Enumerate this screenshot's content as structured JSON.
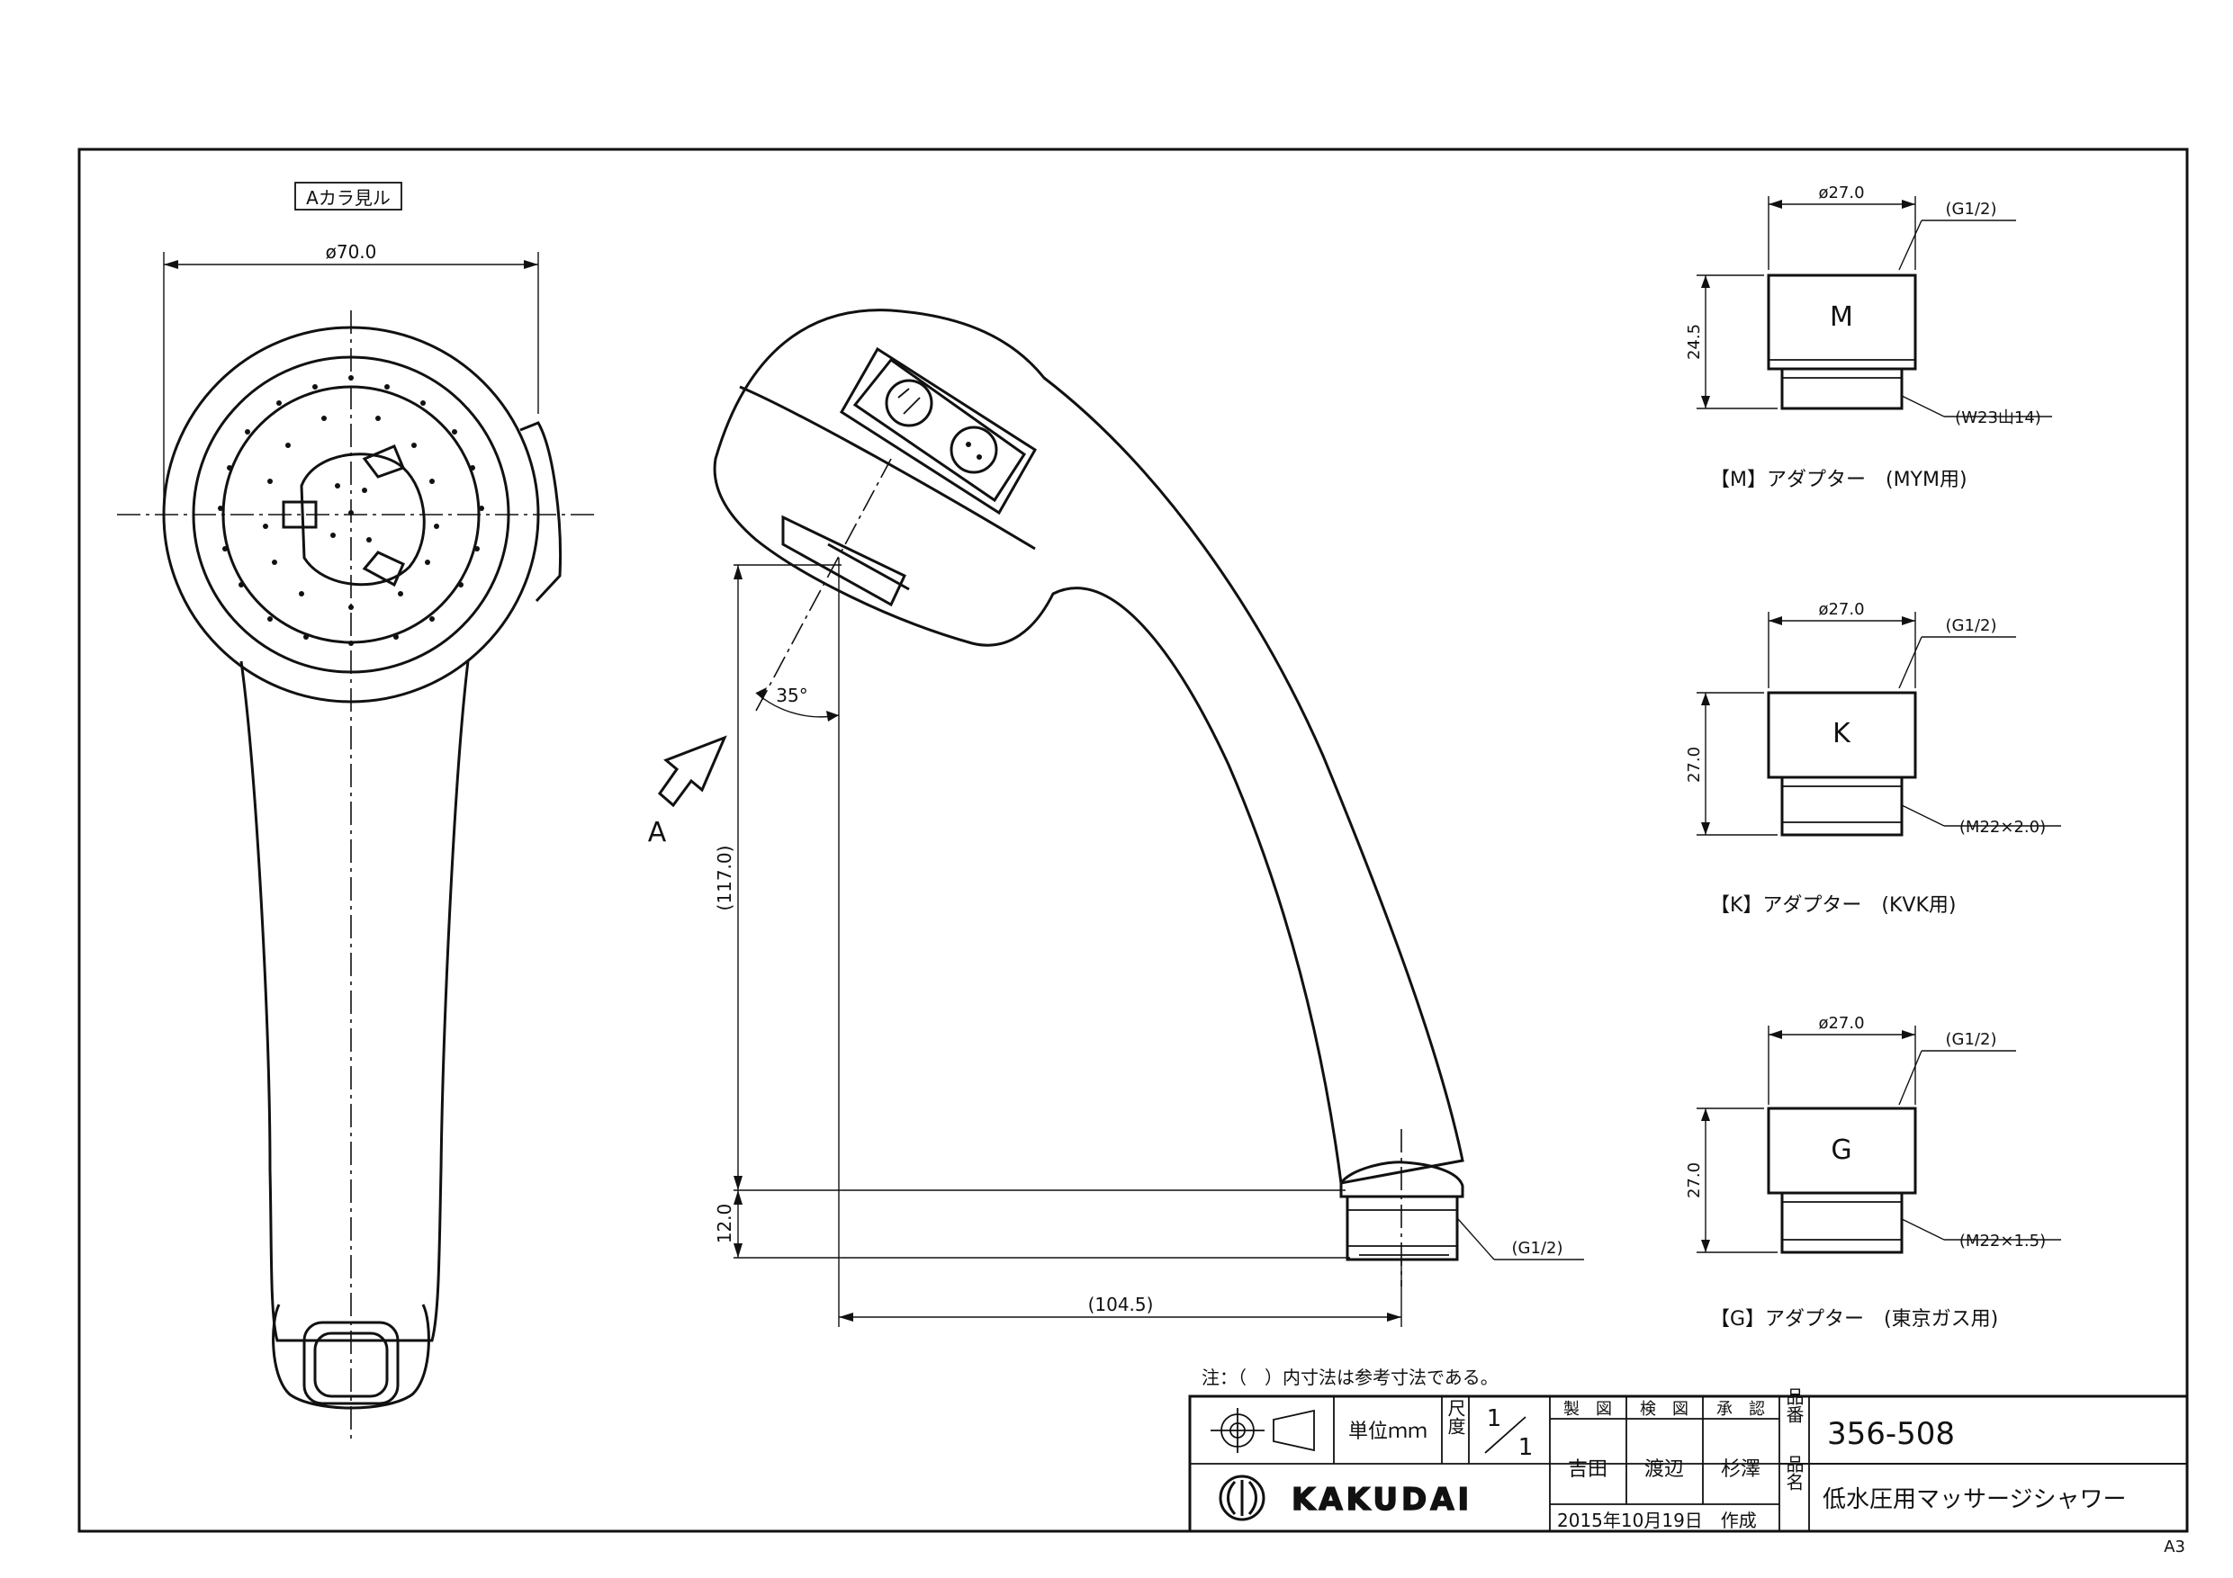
{
  "front_view": {
    "view_label": "Aカラ見ル",
    "dim_diameter": "ø70.0"
  },
  "side_view": {
    "view_arrow_label": "A",
    "angle": "35°",
    "dim_height_total": "(117.0)",
    "dim_height_base": "12.0",
    "dim_width": "(104.5)",
    "thread_note": "(G1/2)"
  },
  "adapters": [
    {
      "letter": "M",
      "dia": "ø27.0",
      "top_thread": "(G1/2)",
      "height": "24.5",
      "bottom_thread": "(W23山14)",
      "caption": "【M】アダプター　(MYM用)"
    },
    {
      "letter": "K",
      "dia": "ø27.0",
      "top_thread": "(G1/2)",
      "height": "27.0",
      "bottom_thread": "(M22×2.0)",
      "caption": "【K】アダプター　(KVK用)"
    },
    {
      "letter": "G",
      "dia": "ø27.0",
      "top_thread": "(G1/2)",
      "height": "27.0",
      "bottom_thread": "(M22×1.5)",
      "caption": "【G】アダプター　(東京ガス用)"
    }
  ],
  "note": "注：（　）内寸法は参考寸法である。",
  "title_block": {
    "unit_label": "単位ｍｍ",
    "scale_label": "尺度",
    "scale_num": "1",
    "scale_den": "1",
    "drawn_header": "製　図",
    "checked_header": "検　図",
    "approved_header": "承　認",
    "drawn_by": "吉田",
    "checked_by": "渡辺",
    "approved_by": "杉澤",
    "part_no_label": "品番",
    "part_no": "356-508",
    "part_name_label": "品名",
    "part_name": "低水圧用マッサージシャワー",
    "brand": "KAKUDAI",
    "date": "2015年10月19日　作成"
  },
  "sheet_size": "A3"
}
